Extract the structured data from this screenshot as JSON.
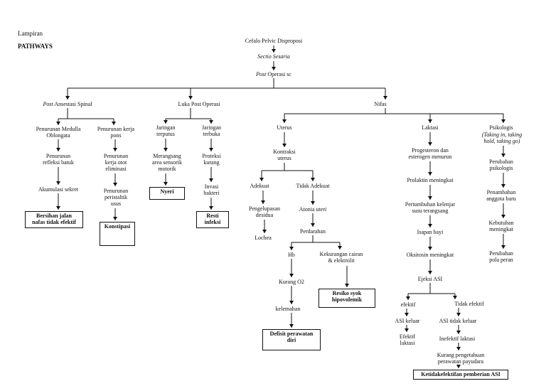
{
  "header": {
    "lampiran": "Lampiran",
    "title": "PATHWAYS"
  },
  "root": {
    "n1": "Cefalo Pelvic Disproposi",
    "n2": "Sectio Sesaria",
    "n3_post": "Post",
    "n3_rest": "Operasi sc"
  },
  "branches": {
    "anestesi_post": "Post",
    "anestesi_rest": "Ansestasi Spinal",
    "luka": "Luka Post Operasi",
    "nifas": "Nifas"
  },
  "anestesi": {
    "medulla": [
      "Penurunan Medulla",
      "Oblongata"
    ],
    "refleksi": [
      "Penurunan",
      "refleksi batuk"
    ],
    "akumulasi": "Akumulasi sekret",
    "dx1": [
      "Bersihan jalan",
      "nafas tidak efektif"
    ],
    "kerja_pons": [
      "Penurunan kerja",
      "pons"
    ],
    "otot": [
      "Penurunan",
      "kerja otot",
      "eliminasi"
    ],
    "peristaltik": [
      "Penurunan",
      "peristaltik",
      "usus"
    ],
    "dx2": "Konstipasi"
  },
  "luka": {
    "terputus": [
      "Jaringan",
      "terputus"
    ],
    "merangsang": [
      "Merangsang",
      "area sensorik",
      "motorik"
    ],
    "dx3": "Nyeri",
    "terbuka": [
      "Jaringan",
      "terbuka"
    ],
    "proteksi": [
      "Proteksi",
      "kurang"
    ],
    "invasi": [
      "Invasi",
      "bakteri"
    ],
    "dx4": [
      "Resti",
      "infeksi"
    ]
  },
  "uterus": {
    "label": "Uterus",
    "kontraksi": [
      "Kontraksi",
      "uterus"
    ],
    "adekuat": "Adekuat",
    "pengelupasan": [
      "Pengelupasan",
      "desidua"
    ],
    "lochea": "Lochea",
    "tidak_adekuat": "Tidak Adekuat",
    "atonia": "Atonia uteri",
    "perdarahan": "Perdarahan",
    "hb": "Hb",
    "kurang_o2": "Kurang O2",
    "kelemahan": "kelemahan",
    "dx5": [
      "Defisit perawatan",
      "diri"
    ],
    "kekurangan": [
      "Kekurangan cairan",
      "& elektrolit"
    ],
    "dx6": [
      "Resiko syok",
      "hipovolemik"
    ]
  },
  "laktasi": {
    "label": "Laktasi",
    "progesteron": [
      "Progesteron dan",
      "esterogen menurun"
    ],
    "prolaktin": "Prolaktin meningkat",
    "pertumbuhan": [
      "Pertumbuhan kelenjar",
      "susu terangsang"
    ],
    "isapan": "Isapan bayi",
    "oksitosin": "Oksitosin meningkat",
    "ejeksi": "Ejeksi ASI",
    "efektif": "efektif",
    "asi_keluar": "ASI keluar",
    "efektif_laktasi": [
      "Efektif",
      "laktasi"
    ],
    "tidak_efektif": "Tidak efektif",
    "asi_tidak_keluar": "ASI tidak keluar",
    "inefektif": "Inefektif laktasi",
    "kurang_pengetahuan": [
      "Kurang pengetahuan",
      "perawatan payudara"
    ],
    "dx7": "Ketidakefektifan pemberian ASI"
  },
  "psikologis": {
    "label": "Psikologis",
    "phases": [
      "(Taking in, taking",
      "hold, taking go)"
    ],
    "p1": [
      "Perubahan",
      "psikologis"
    ],
    "p2": [
      "Penambahan",
      "anggota baru"
    ],
    "p3": [
      "Kebutuhan",
      "meningkat"
    ],
    "p4": [
      "Perubahan",
      "pola peran"
    ]
  }
}
